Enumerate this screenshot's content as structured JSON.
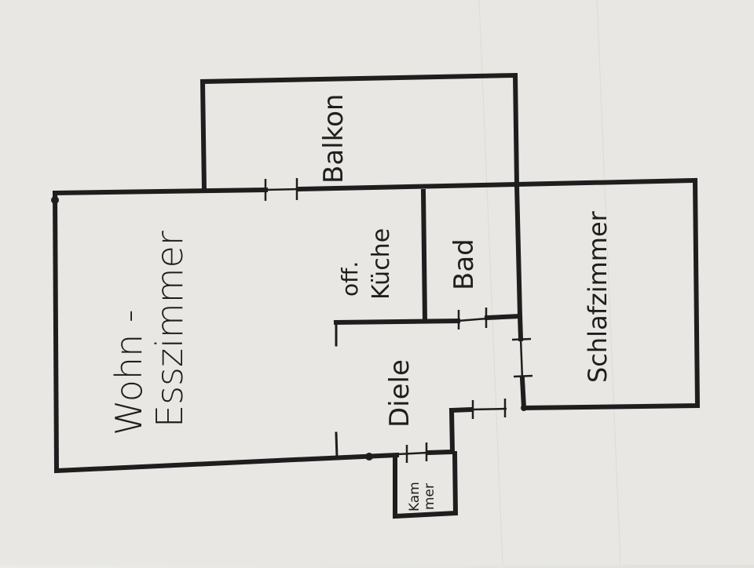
{
  "drawing": {
    "paper_color": "#e6e5e1",
    "ink_color": "#1e1e1e"
  },
  "rooms": {
    "wohn_line1": "Wohn -",
    "wohn_line2": "Esszimmer",
    "balkon": "Balkon",
    "kueche_line1": "off.",
    "kueche_line2": "Küche",
    "bad": "Bad",
    "diele": "Diele",
    "schlafzimmer": "Schlafzimmer",
    "kammer_line1": "Kam",
    "kammer_line2": "mer"
  }
}
